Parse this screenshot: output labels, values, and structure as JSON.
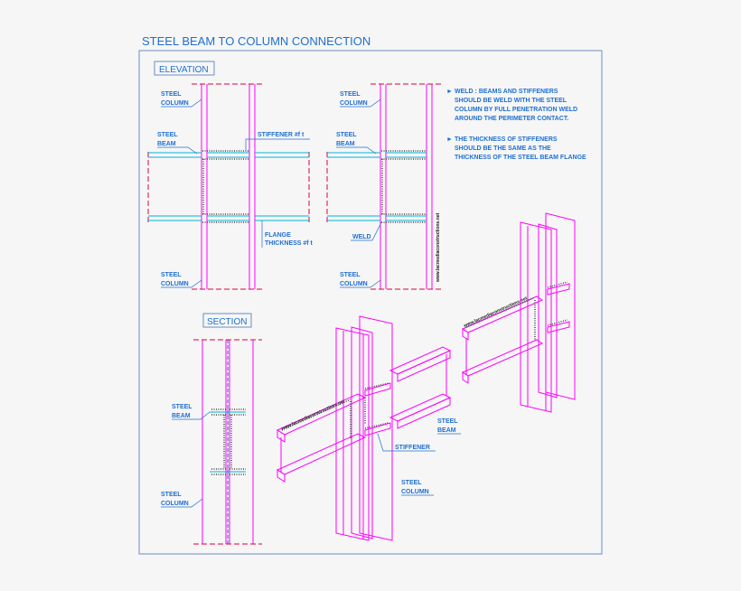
{
  "title": "STEEL BEAM TO COLUMN CONNECTION",
  "views": {
    "elevation": "ELEVATION",
    "section": "SECTION"
  },
  "labels": {
    "steel_column": [
      "STEEL",
      "COLUMN"
    ],
    "steel_beam": [
      "STEEL",
      "BEAM"
    ],
    "stiffener_tf": "STIFFENER #f t",
    "flange_thickness": [
      "FLANGE",
      "THICKNESS #f t"
    ],
    "weld": "WELD",
    "stiffener": "STIFFENER"
  },
  "notes": [
    {
      "bullet": "►",
      "lines": [
        "WELD : BEAMS AND STIFFENERS",
        "SHOULD BE WELD WITH THE STEEL",
        "COLUMN BY FULL PENETRATION WELD",
        "AROUND THE PERIMETER CONTACT."
      ]
    },
    {
      "bullet": "►",
      "lines": [
        "THE THICKNESS OF STIFFENERS",
        "SHOULD BE THE SAME AS THE",
        "THICKNESS OF THE STEEL BEAM FLANGE"
      ]
    }
  ],
  "watermark": "www.lacmediaconstructions.net",
  "colors": {
    "steel": "#ff00ff",
    "axis": "#e0003a",
    "text": "#1f6fd0",
    "frame": "#6b8fc0",
    "weld": "#444444",
    "background": "#f6f6f6"
  }
}
